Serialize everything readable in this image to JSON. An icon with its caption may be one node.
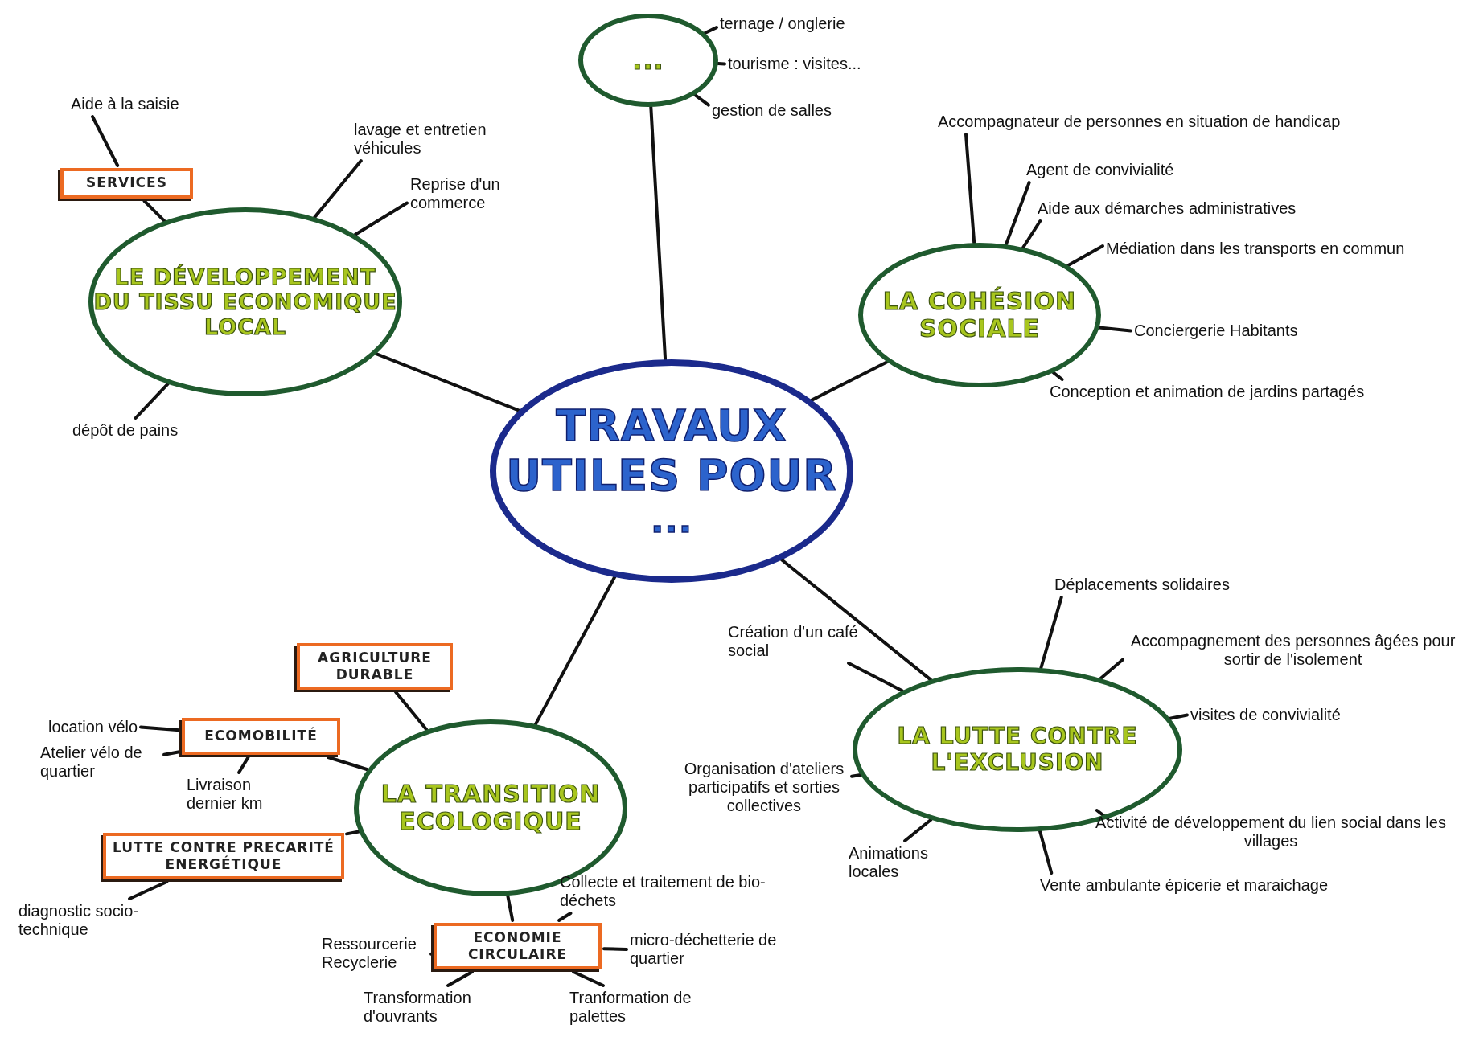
{
  "diagram": {
    "nodes": [
      {
        "text": [
          "TRAVAUX UTILES POUR",
          "..."
        ]
      },
      {
        "text": [
          "..."
        ]
      },
      {
        "text": [
          "ternage / onglerie"
        ]
      },
      {
        "text": [
          "tourisme : visites..."
        ]
      },
      {
        "text": [
          "gestion de salles"
        ]
      },
      {
        "text": [
          "LE DÉVELOPPEMENT DU TISSU ECONOMIQUE LOCAL"
        ]
      },
      {
        "text": [
          "SERVICES"
        ]
      },
      {
        "text": [
          "Aide à la saisie"
        ]
      },
      {
        "text": [
          "lavage et entretien véhicules"
        ]
      },
      {
        "text": [
          "Reprise d'un commerce"
        ]
      },
      {
        "text": [
          "dépôt de pains"
        ]
      },
      {
        "text": [
          "LA COHÉSION SOCIALE"
        ]
      },
      {
        "text": [
          "Accompagnateur de personnes en situation de handicap"
        ]
      },
      {
        "text": [
          "Agent de convivialité"
        ]
      },
      {
        "text": [
          "Aide aux démarches administratives"
        ]
      },
      {
        "text": [
          "Médiation dans les transports en commun"
        ]
      },
      {
        "text": [
          "Conciergerie Habitants"
        ]
      },
      {
        "text": [
          "Conception et animation de jardins partagés"
        ]
      },
      {
        "text": [
          "LA LUTTE CONTRE L'EXCLUSION"
        ]
      },
      {
        "text": [
          "Déplacements solidaires"
        ]
      },
      {
        "text": [
          "Création d'un café social"
        ]
      },
      {
        "text": [
          "Accompagnement des personnes âgées pour sortir de l'isolement"
        ]
      },
      {
        "text": [
          "visites de convivialité"
        ]
      },
      {
        "text": [
          "Organisation d'ateliers participatifs et sorties collectives"
        ]
      },
      {
        "text": [
          "Activité de développement du lien social dans les villages"
        ]
      },
      {
        "text": [
          "Animations locales"
        ]
      },
      {
        "text": [
          "Vente ambulante épicerie et maraichage"
        ]
      },
      {
        "text": [
          "LA TRANSITION ECOLOGIQUE"
        ]
      },
      {
        "text": [
          "AGRICULTURE DURABLE"
        ]
      },
      {
        "text": [
          "ECOMOBILITÉ"
        ]
      },
      {
        "text": [
          "location vélo"
        ]
      },
      {
        "text": [
          "Atelier vélo de quartier"
        ]
      },
      {
        "text": [
          "Livraison dernier km"
        ]
      },
      {
        "text": [
          "LUTTE CONTRE PRECARITÉ ENERGÉTIQUE"
        ]
      },
      {
        "text": [
          "diagnostic socio-technique"
        ]
      },
      {
        "text": [
          "ECONOMIE CIRCULAIRE"
        ]
      },
      {
        "text": [
          "Collecte et traitement de bio-déchets"
        ]
      },
      {
        "text": [
          "Ressourcerie Recyclerie"
        ]
      },
      {
        "text": [
          "micro-déchetterie de quartier"
        ]
      },
      {
        "text": [
          "Transformation d'ouvrants"
        ]
      },
      {
        "text": [
          "Tranformation de palettes"
        ]
      }
    ],
    "edges": [
      {
        "from": 0,
        "to": 1,
        "arrow": "none"
      },
      {
        "from": 1,
        "to": 2,
        "arrow": "none"
      },
      {
        "from": 1,
        "to": 3,
        "arrow": "none"
      },
      {
        "from": 1,
        "to": 4,
        "arrow": "none"
      },
      {
        "from": 0,
        "to": 5,
        "arrow": "none"
      },
      {
        "from": 5,
        "to": 6,
        "arrow": "none"
      },
      {
        "from": 6,
        "to": 7,
        "arrow": "none"
      },
      {
        "from": 5,
        "to": 8,
        "arrow": "none"
      },
      {
        "from": 5,
        "to": 9,
        "arrow": "none"
      },
      {
        "from": 5,
        "to": 10,
        "arrow": "none"
      },
      {
        "from": 0,
        "to": 11,
        "arrow": "none"
      },
      {
        "from": 11,
        "to": 12,
        "arrow": "none"
      },
      {
        "from": 11,
        "to": 13,
        "arrow": "none"
      },
      {
        "from": 11,
        "to": 14,
        "arrow": "none"
      },
      {
        "from": 11,
        "to": 15,
        "arrow": "none"
      },
      {
        "from": 11,
        "to": 16,
        "arrow": "none"
      },
      {
        "from": 11,
        "to": 17,
        "arrow": "none"
      },
      {
        "from": 0,
        "to": 18,
        "arrow": "none"
      },
      {
        "from": 18,
        "to": 19,
        "arrow": "none"
      },
      {
        "from": 18,
        "to": 20,
        "arrow": "none"
      },
      {
        "from": 18,
        "to": 21,
        "arrow": "none"
      },
      {
        "from": 18,
        "to": 22,
        "arrow": "none"
      },
      {
        "from": 18,
        "to": 23,
        "arrow": "none"
      },
      {
        "from": 18,
        "to": 24,
        "arrow": "none"
      },
      {
        "from": 18,
        "to": 25,
        "arrow": "none"
      },
      {
        "from": 18,
        "to": 26,
        "arrow": "none"
      },
      {
        "from": 0,
        "to": 27,
        "arrow": "none"
      },
      {
        "from": 27,
        "to": 28,
        "arrow": "none"
      },
      {
        "from": 27,
        "to": 29,
        "arrow": "none"
      },
      {
        "from": 29,
        "to": 30,
        "arrow": "none"
      },
      {
        "from": 29,
        "to": 31,
        "arrow": "none"
      },
      {
        "from": 29,
        "to": 32,
        "arrow": "none"
      },
      {
        "from": 27,
        "to": 33,
        "arrow": "none"
      },
      {
        "from": 33,
        "to": 34,
        "arrow": "none"
      },
      {
        "from": 27,
        "to": 35,
        "arrow": "none"
      },
      {
        "from": 35,
        "to": 36,
        "arrow": "none"
      },
      {
        "from": 35,
        "to": 37,
        "arrow": "none"
      },
      {
        "from": 35,
        "to": 38,
        "arrow": "none"
      },
      {
        "from": 35,
        "to": 39,
        "arrow": "none"
      },
      {
        "from": 35,
        "to": 40,
        "arrow": "none"
      }
    ]
  }
}
